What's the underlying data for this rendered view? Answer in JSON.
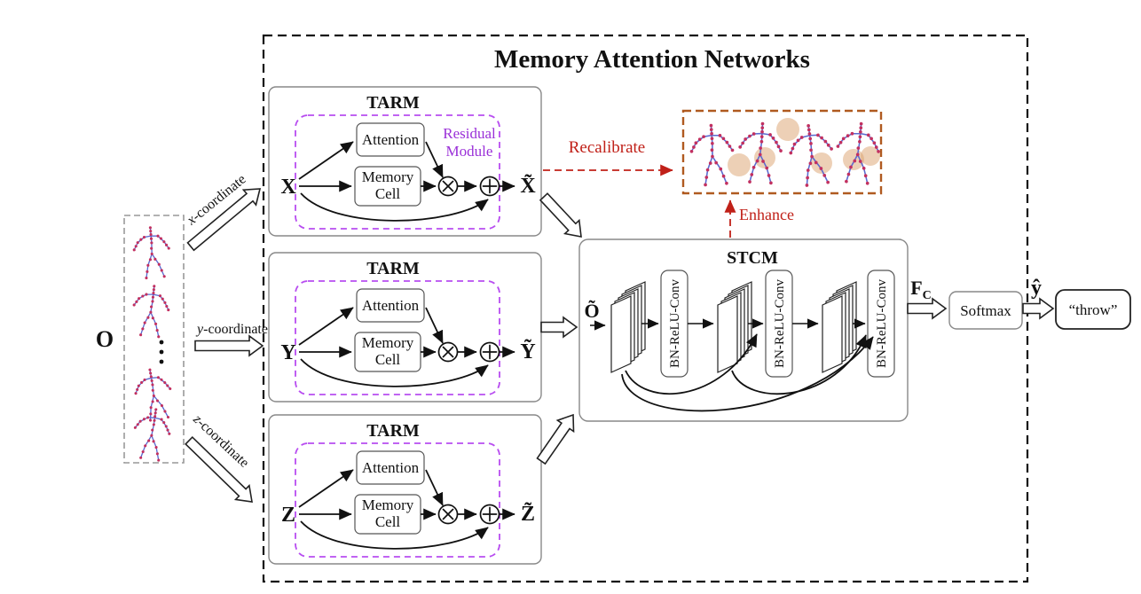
{
  "title": "Memory Attention Networks",
  "input_sequence": {
    "label": "O"
  },
  "coordinate_arrows": {
    "x": {
      "var": "x",
      "rest": "-coordinate"
    },
    "y": {
      "var": "y",
      "rest": "-coordinate"
    },
    "z": {
      "var": "z",
      "rest": "-coordinate"
    }
  },
  "tarm_modules": [
    {
      "title": "TARM",
      "input": "X",
      "output": "X̃",
      "attention": "Attention",
      "memory_line1": "Memory",
      "memory_line2": "Cell",
      "residual_line1": "Residual",
      "residual_line2": "Module"
    },
    {
      "title": "TARM",
      "input": "Y",
      "output": "Ỹ",
      "attention": "Attention",
      "memory_line1": "Memory",
      "memory_line2": "Cell"
    },
    {
      "title": "TARM",
      "input": "Z",
      "output": "Z̃",
      "attention": "Attention",
      "memory_line1": "Memory",
      "memory_line2": "Cell"
    }
  ],
  "stcm": {
    "title": "STCM",
    "input": "Õ",
    "bn_blocks": [
      "BN-ReLU-Conv",
      "BN-ReLU-Conv",
      "BN-ReLU-Conv"
    ],
    "output_feature": {
      "main": "F",
      "sub": "C"
    }
  },
  "recalibration": {
    "recalibrate_label": "Recalibrate",
    "enhance_label": "Enhance"
  },
  "classifier": {
    "softmax_label": "Softmax",
    "prediction": "ŷ",
    "class_output": "“throw”"
  },
  "colors": {
    "residual_purple": "#9a30d8",
    "purple_border": "#b84df0",
    "red_accent": "#c02018",
    "orange_border": "#b05a20",
    "skeleton_bone": "#5a6ad0",
    "skeleton_joint": "#c23060",
    "highlight": "#dca26e"
  }
}
